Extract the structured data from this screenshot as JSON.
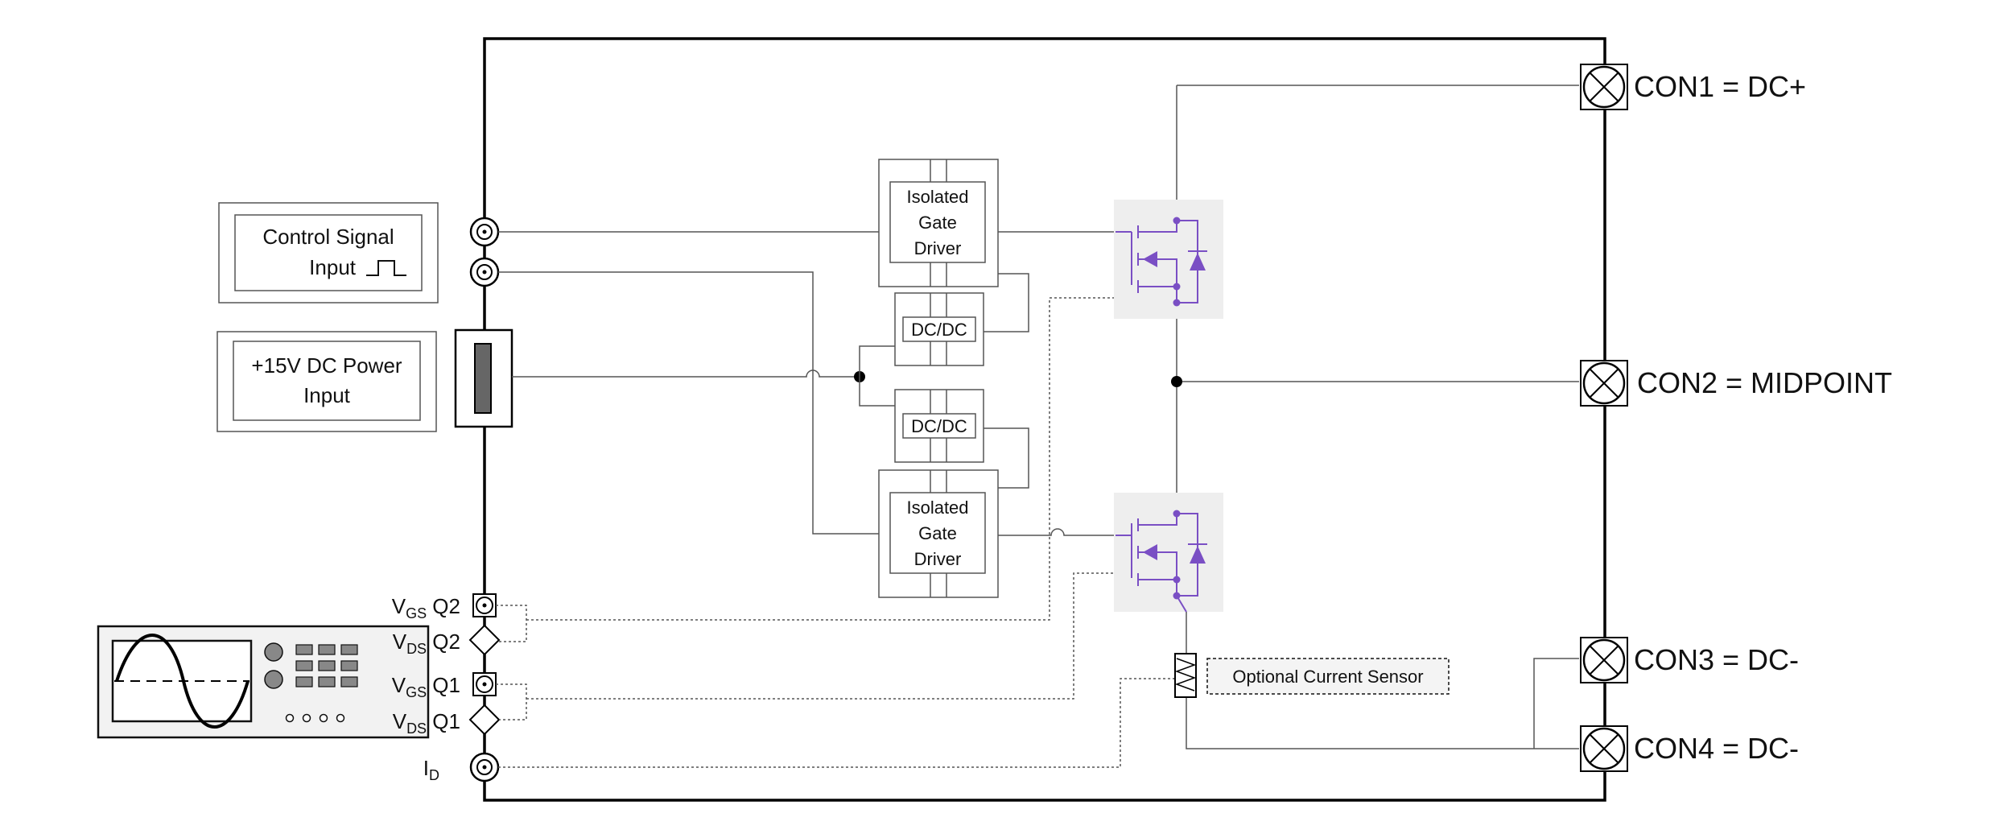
{
  "labels": {
    "control_signal_line1": "Control Signal",
    "control_signal_line2": "Input",
    "power_line1": "+15V DC Power",
    "power_line2": "Input",
    "gate_driver_top": [
      "Isolated",
      "Gate",
      "Driver"
    ],
    "gate_driver_bottom": [
      "Isolated",
      "Gate",
      "Driver"
    ],
    "dcdc_top": "DC/DC",
    "dcdc_bottom": "DC/DC",
    "optional_sensor": "Optional Current Sensor",
    "con1": "CON1 = DC+",
    "con2": "CON2 = MIDPOINT",
    "con3": "CON3 = DC-",
    "con4": "CON4 = DC-",
    "probe_vgs_q2": {
      "main": "V",
      "sub": "GS",
      "suffix": " Q2"
    },
    "probe_vds_q2": {
      "main": "V",
      "sub": "DS",
      "suffix": " Q2"
    },
    "probe_vgs_q1": {
      "main": "V",
      "sub": "GS",
      "suffix": " Q1"
    },
    "probe_vds_q1": {
      "main": "V",
      "sub": "DS",
      "suffix": " Q1"
    },
    "probe_id": {
      "main": "I",
      "sub": "D",
      "suffix": ""
    }
  },
  "colors": {
    "mosfet_accent": "#7a4fc4",
    "mosfet_background": "#eeeeee",
    "frame": "#000000",
    "wire": "#555555"
  }
}
